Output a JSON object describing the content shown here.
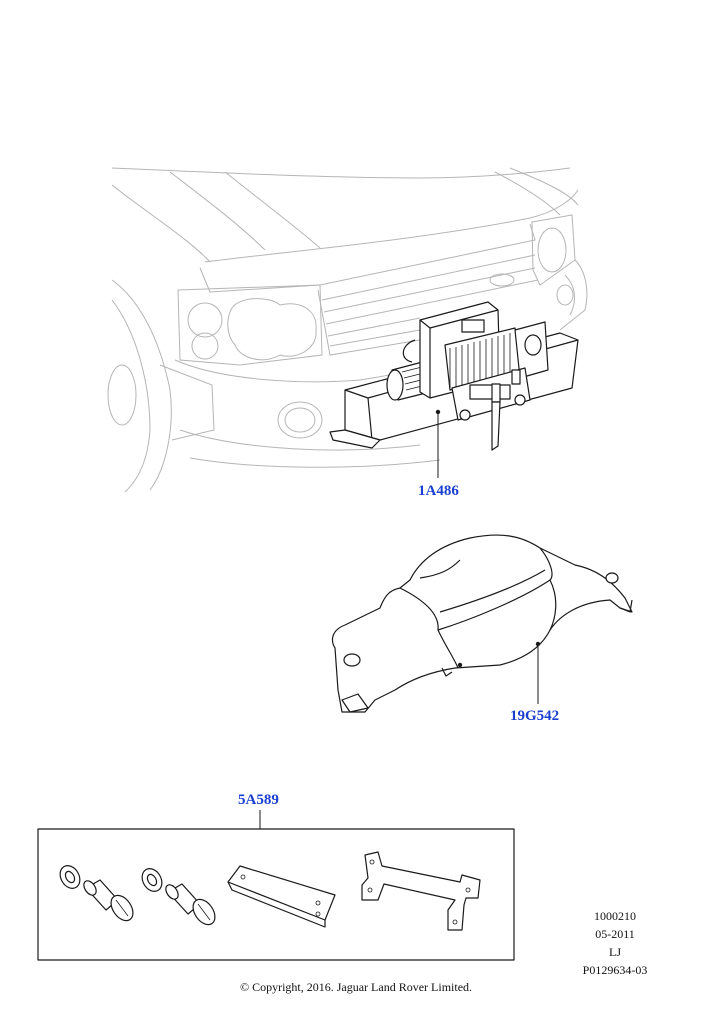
{
  "callouts": {
    "winch": "1A486",
    "cover": "19G542",
    "kit": "5A589"
  },
  "meta": {
    "line1": "1000210",
    "line2": "05-2011",
    "line3": "LJ",
    "line4": "P0129634-03"
  },
  "copyright": "© Copyright, 2016. Jaguar Land Rover Limited."
}
